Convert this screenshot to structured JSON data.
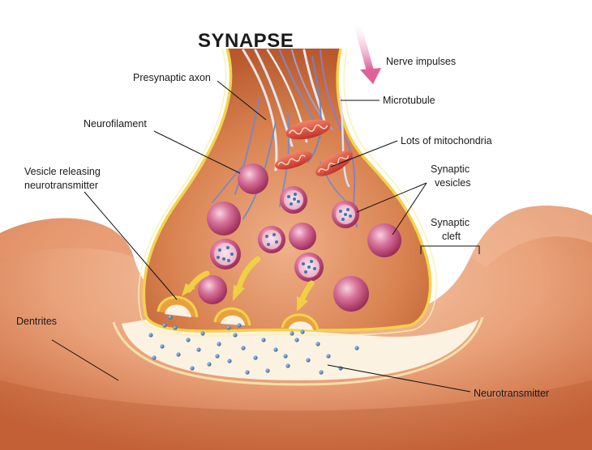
{
  "title": "SYNAPSE",
  "labels": {
    "nerve_impulses": "Nerve impulses",
    "presynaptic_axon": "Presynaptic axon",
    "microtubule": "Microtubule",
    "neurofilament": "Neurofilament",
    "lots_of_mitochondria": "Lots of mitochondria",
    "vesicle_releasing_1": "Vesicle releasing",
    "vesicle_releasing_2": "neurotransmitter",
    "synaptic_vesicles_1": "Synaptic",
    "synaptic_vesicles_2": "vesicles",
    "synaptic_cleft_1": "Synaptic",
    "synaptic_cleft_2": "cleft",
    "dentrites": "Dentrites",
    "neurotransmitter": "Neurotransmitter"
  },
  "colors": {
    "dendrite": "#e7a47e",
    "dendrite_dark": "#c9653a",
    "axon_fill": "#d67845",
    "axon_outline": "#f3d34a",
    "cleft": "#fbf4e6",
    "vesicle": "#c9527a",
    "neurotransmitter_dot": "#3f78b0",
    "arrow": "#f0cf45",
    "impulse_arrow": "#e0609a"
  },
  "icons": {
    "impulse": "down-arrow-icon"
  }
}
